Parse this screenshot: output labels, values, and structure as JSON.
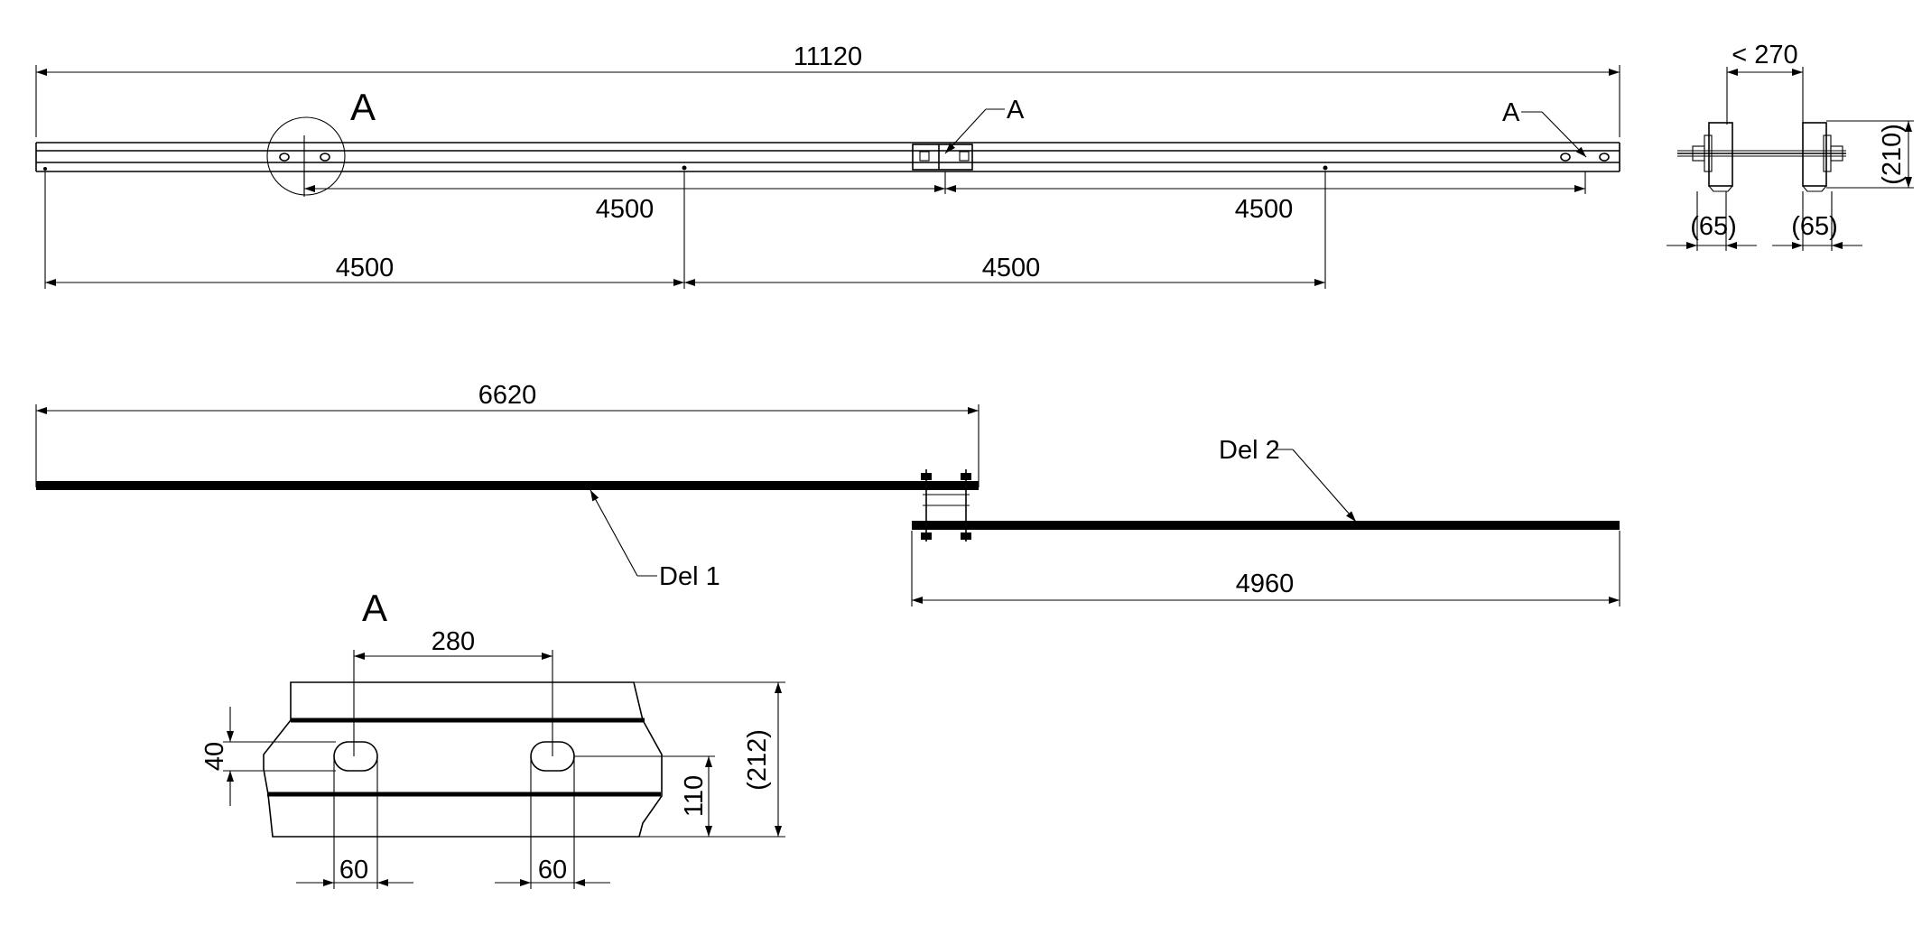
{
  "colors": {
    "ink": "#000000",
    "paper": "#ffffff"
  },
  "top_view": {
    "overall_length": "11120",
    "upper_spans": [
      "4500",
      "4500"
    ],
    "lower_spans": [
      "4500",
      "4500"
    ],
    "detail_callout": "A",
    "leader_labels": [
      "A",
      "A"
    ]
  },
  "end_view": {
    "width_limit": "< 270",
    "height": "(210)",
    "offsets": [
      "(65)",
      "(65)"
    ]
  },
  "assembly_view": {
    "part1_length": "6620",
    "part2_length": "4960",
    "part1_label": "Del 1",
    "part2_label": "Del 2"
  },
  "detail_a": {
    "title": "A",
    "hole_spacing": "280",
    "slot_height": "40",
    "slot_to_bottom": "110",
    "overall_height": "(212)",
    "slot_widths": [
      "60",
      "60"
    ]
  }
}
